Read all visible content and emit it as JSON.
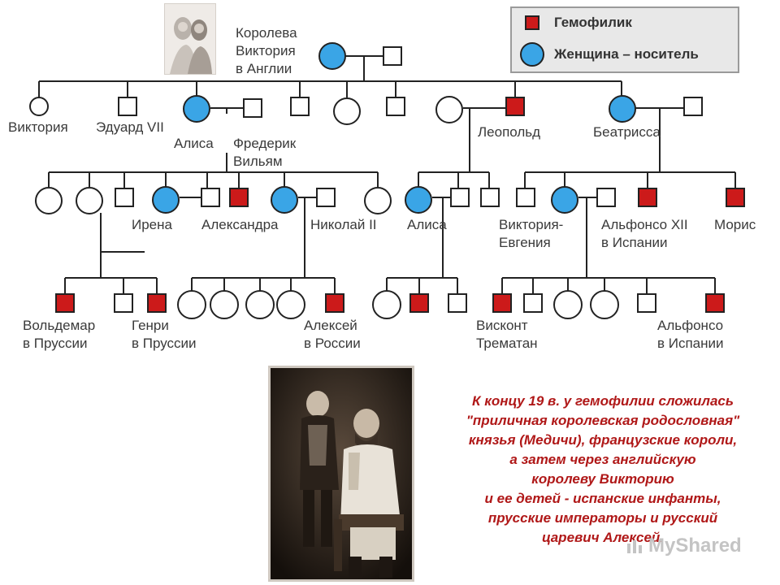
{
  "legend": {
    "hemophiliac_label": "Гемофилик",
    "carrier_label": "Женщина – носитель"
  },
  "colors": {
    "hemophiliac": "#cc1a1a",
    "carrier": "#3aa5e6",
    "line": "#222222"
  },
  "labels": {
    "victoria_queen_1": "Королева",
    "victoria_queen_2": "Виктория",
    "victoria_queen_3": "в Англии",
    "victoria": "Виктория",
    "edward": "Эдуард VII",
    "alice": "Алиса",
    "frederick_1": "Фредерик",
    "frederick_2": "Вильям",
    "leopold": "Леопольд",
    "beatrice": "Беатрисса",
    "irene": "Ирена",
    "alexandra": "Александра",
    "nicholas": "Николай II",
    "alice2": "Алиса",
    "victoria_eugenie_1": "Виктория-",
    "victoria_eugenie_2": "Евгения",
    "alfonso13_1": "Альфонсо XII",
    "alfonso13_2": "в Испании",
    "maurice": "Морис",
    "waldemar_1": "Вольдемар",
    "waldemar_2": "в Пруссии",
    "henry_1": "Генри",
    "henry_2": "в Пруссии",
    "alexei_1": "Алексей",
    "alexei_2": "в России",
    "viscount_1": "Висконт",
    "viscount_2": "Трематан",
    "alfonso_1": "Альфонсо",
    "alfonso_2": "в Испании"
  },
  "caption": {
    "lines": [
      "К концу 19 в. у гемофилии сложилась",
      "\"приличная королевская родословная\"",
      "князья (Медичи), французские короли,",
      "а затем через английскую",
      "королеву Викторию",
      "и ее детей - испанские инфанты,",
      "прусские императоры и русский",
      "царевич Алексей."
    ]
  },
  "watermark": {
    "text": "MyShared"
  }
}
